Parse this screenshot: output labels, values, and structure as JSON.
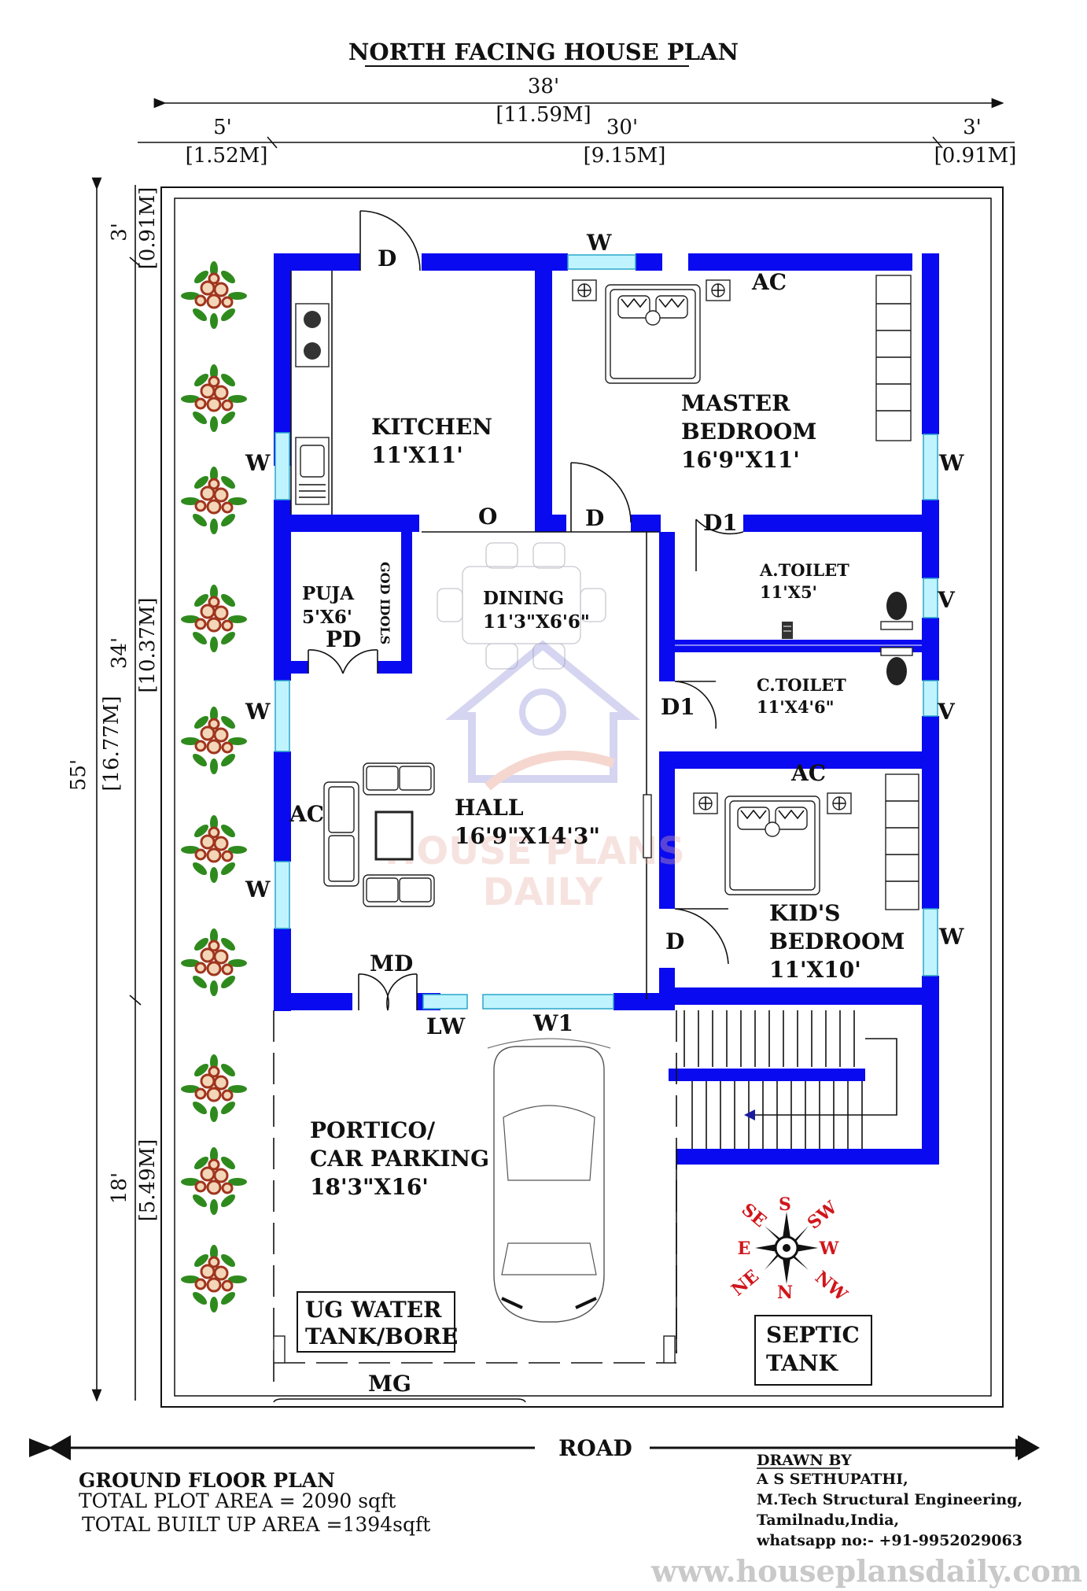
{
  "title": "NORTH FACING HOUSE PLAN",
  "dimensions": {
    "top_total": {
      "ft": "38'",
      "m": "[11.59M]"
    },
    "top_left": {
      "ft": "5'",
      "m": "[1.52M]"
    },
    "top_mid": {
      "ft": "30'",
      "m": "[9.15M]"
    },
    "top_right": {
      "ft": "3'",
      "m": "[0.91M]"
    },
    "left_total": {
      "ft": "55'",
      "m": "[16.77M]"
    },
    "left_top": {
      "ft": "3'",
      "m": "[0.91M]"
    },
    "left_mid": {
      "ft": "34'",
      "m": "[10.37M]"
    },
    "left_bottom": {
      "ft": "18'",
      "m": "[5.49M]"
    }
  },
  "rooms": {
    "kitchen": {
      "name": "KITCHEN",
      "size": "11'X11'"
    },
    "master": {
      "name1": "MASTER",
      "name2": "BEDROOM",
      "size": "16'9\"X11'"
    },
    "puja": {
      "name": "PUJA",
      "size": "5'X6'"
    },
    "god_idols": "GOD IDOLS",
    "dining": {
      "name": "DINING",
      "size": "11'3\"X6'6\""
    },
    "atoilet": {
      "name": "A.TOILET",
      "size": "11'X5'"
    },
    "ctoilet": {
      "name": "C.TOILET",
      "size": "11'X4'6\""
    },
    "hall": {
      "name": "HALL",
      "size": "16'9\"X14'3\""
    },
    "kids": {
      "name1": "KID'S",
      "name2": "BEDROOM",
      "size": "11'X10'"
    },
    "portico": {
      "name1": "PORTICO/",
      "name2": "CAR PARKING",
      "size": "18'3\"X16'"
    },
    "ugtank": {
      "name1": "UG WATER",
      "name2": "TANK/BORE"
    },
    "septic": {
      "name1": "SEPTIC",
      "name2": "TANK"
    }
  },
  "markers": {
    "D": "D",
    "W": "W",
    "AC": "AC",
    "O": "O",
    "D1": "D1",
    "V": "V",
    "PD": "PD",
    "MD": "MD",
    "LW": "LW",
    "W1": "W1",
    "MG": "MG"
  },
  "compass": {
    "S": "S",
    "SE": "SE",
    "SW": "SW",
    "E": "E",
    "W": "W",
    "NE": "NE",
    "N": "N",
    "NW": "NW"
  },
  "road": "ROAD",
  "watermark": {
    "line1": "HOUSE PLANS",
    "line2": "DAILY"
  },
  "footer": {
    "heading": "GROUND FLOOR PLAN",
    "plot_area": "TOTAL PLOT AREA = 2090 sqft",
    "built_area": "TOTAL BUILT UP AREA =1394sqft"
  },
  "credits": {
    "drawn_by": "DRAWN BY",
    "name": "A S SETHUPATHI,",
    "qualification": "M.Tech Structural Engineering,",
    "location": "Tamilnadu,India,",
    "whatsapp": "whatsapp no:- +91-9952029063"
  },
  "website": "www.houseplansdaily.com",
  "colors": {
    "wall": "#0a0af0",
    "window": "#bff4ff",
    "compass": "#d0161b",
    "plant_leaf": "#2f8a1e",
    "plant_flower": "#a0351e"
  }
}
